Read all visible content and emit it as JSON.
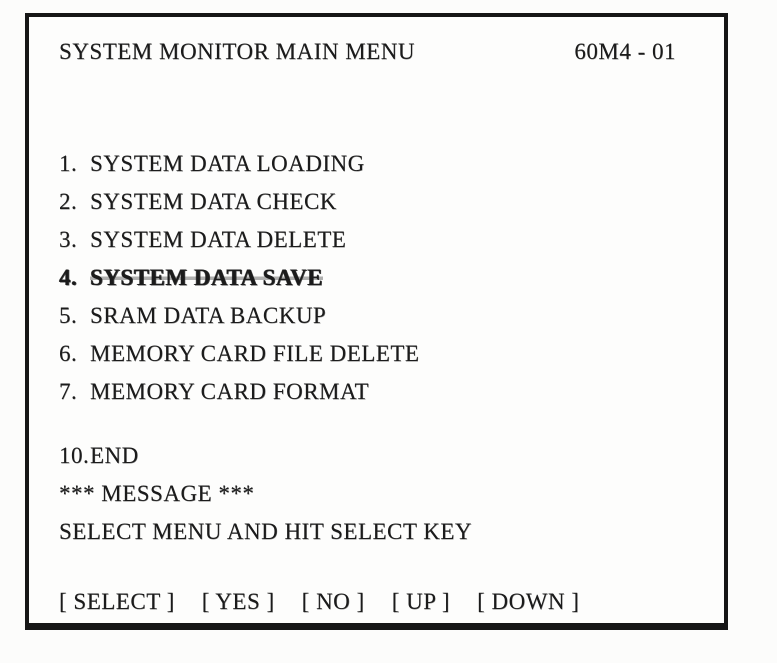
{
  "screen": {
    "title": "SYSTEM MONITOR MAIN MENU",
    "id": "60M4 - 01"
  },
  "menu": {
    "items": [
      {
        "number": "1.",
        "label": "SYSTEM DATA LOADING",
        "selected": false
      },
      {
        "number": "2.",
        "label": "SYSTEM DATA CHECK",
        "selected": false
      },
      {
        "number": "3.",
        "label": "SYSTEM DATA DELETE",
        "selected": false
      },
      {
        "number": "4.",
        "label": "SYSTEM DATA SAVE",
        "selected": true
      },
      {
        "number": "5.",
        "label": "SRAM DATA BACKUP",
        "selected": false
      },
      {
        "number": "6.",
        "label": "MEMORY CARD FILE DELETE",
        "selected": false
      },
      {
        "number": "7.",
        "label": "MEMORY CARD FORMAT",
        "selected": false
      },
      {
        "number": "10.",
        "label": "END",
        "selected": false
      }
    ]
  },
  "message": {
    "header": "*** MESSAGE ***",
    "text": "SELECT MENU AND HIT SELECT KEY"
  },
  "softkeys": [
    "[ SELECT ]",
    "[ YES ]",
    "[ NO ]",
    "[ UP ]",
    "[ DOWN ]"
  ],
  "colors": {
    "foreground": "#1b1b1b",
    "background": "#fdfdfc",
    "border": "#161616"
  }
}
